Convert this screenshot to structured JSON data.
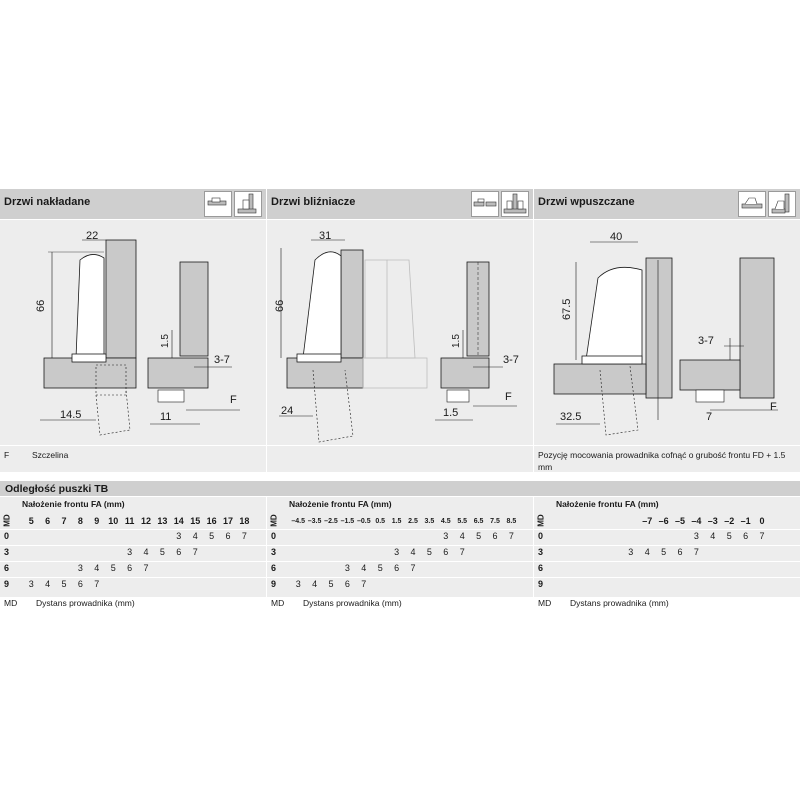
{
  "panels": [
    {
      "title": "Drzwi nakładane",
      "thumbs": [
        "hinge-overlay-icon",
        "hinge-overlay-detail-icon"
      ],
      "dims": {
        "width": "22",
        "height": "66",
        "gap": "1.5",
        "range": "3-7",
        "bottom_left": "14.5",
        "bottom_mid": "11",
        "f_label": "F"
      },
      "legend_key": "F",
      "legend_text": "Szczelina"
    },
    {
      "title": "Drzwi bliźniacze",
      "thumbs": [
        "hinge-twin-icon",
        "hinge-twin-detail-icon"
      ],
      "dims": {
        "width": "31",
        "height": "66",
        "gap": "1.5",
        "range": "3-7",
        "bottom_left": "24",
        "bottom_mid": "1.5",
        "f_label": "F"
      }
    },
    {
      "title": "Drzwi wpuszczane",
      "thumbs": [
        "hinge-inset-icon",
        "hinge-inset-detail-icon"
      ],
      "dims": {
        "width": "40",
        "height": "67.5",
        "range": "3-7",
        "bottom_left": "32.5",
        "bottom_mid": "7",
        "f_label": "F"
      },
      "note": "Pozycję mocowania prowadnika cofnąć o grubość frontu FD + 1.5 mm"
    }
  ],
  "section_title": "Odległość puszki TB",
  "tables": [
    {
      "caption": "Nałożenie frontu FA (mm)",
      "md_label": "MD",
      "columns": [
        "5",
        "6",
        "7",
        "8",
        "9",
        "10",
        "11",
        "12",
        "13",
        "14",
        "15",
        "16",
        "17",
        "18"
      ],
      "rows": [
        {
          "key": "0",
          "cells": [
            "",
            "",
            "",
            "",
            "",
            "",
            "",
            "",
            "",
            "3",
            "4",
            "5",
            "6",
            "7"
          ]
        },
        {
          "key": "3",
          "cells": [
            "",
            "",
            "",
            "",
            "",
            "",
            "3",
            "4",
            "5",
            "6",
            "7",
            "",
            "",
            ""
          ]
        },
        {
          "key": "6",
          "cells": [
            "",
            "",
            "",
            "3",
            "4",
            "5",
            "6",
            "7",
            "",
            "",
            "",
            "",
            "",
            ""
          ]
        },
        {
          "key": "9",
          "cells": [
            "3",
            "4",
            "5",
            "6",
            "7",
            "",
            "",
            "",
            "",
            "",
            "",
            "",
            "",
            ""
          ]
        }
      ],
      "footer_key": "MD",
      "footer_text": "Dystans prowadnika (mm)"
    },
    {
      "caption": "Nałożenie frontu FA (mm)",
      "md_label": "MD",
      "columns": [
        "–4.5",
        "–3.5",
        "–2.5",
        "–1.5",
        "–0.5",
        "0.5",
        "1.5",
        "2.5",
        "3.5",
        "4.5",
        "5.5",
        "6.5",
        "7.5",
        "8.5"
      ],
      "rows": [
        {
          "key": "0",
          "cells": [
            "",
            "",
            "",
            "",
            "",
            "",
            "",
            "",
            "",
            "3",
            "4",
            "5",
            "6",
            "7"
          ]
        },
        {
          "key": "3",
          "cells": [
            "",
            "",
            "",
            "",
            "",
            "",
            "3",
            "4",
            "5",
            "6",
            "7",
            "",
            "",
            ""
          ]
        },
        {
          "key": "6",
          "cells": [
            "",
            "",
            "",
            "3",
            "4",
            "5",
            "6",
            "7",
            "",
            "",
            "",
            "",
            "",
            ""
          ]
        },
        {
          "key": "9",
          "cells": [
            "3",
            "4",
            "5",
            "6",
            "7",
            "",
            "",
            "",
            "",
            "",
            "",
            "",
            "",
            ""
          ]
        }
      ],
      "footer_key": "MD",
      "footer_text": "Dystans prowadnika (mm)"
    },
    {
      "caption": "Nałożenie frontu FA (mm)",
      "md_label": "MD",
      "columns": [
        "",
        "",
        "",
        "",
        "",
        "–7",
        "–6",
        "–5",
        "–4",
        "–3",
        "–2",
        "–1",
        "0",
        ""
      ],
      "rows": [
        {
          "key": "0",
          "cells": [
            "",
            "",
            "",
            "",
            "",
            "",
            "",
            "",
            "3",
            "4",
            "5",
            "6",
            "7",
            ""
          ]
        },
        {
          "key": "3",
          "cells": [
            "",
            "",
            "",
            "",
            "3",
            "4",
            "5",
            "6",
            "7",
            "",
            "",
            "",
            "",
            ""
          ]
        },
        {
          "key": "6",
          "cells": [
            "",
            "",
            "",
            "",
            "",
            "",
            "",
            "",
            "",
            "",
            "",
            "",
            "",
            ""
          ]
        },
        {
          "key": "9",
          "cells": [
            "",
            "",
            "",
            "",
            "",
            "",
            "",
            "",
            "",
            "",
            "",
            "",
            "",
            ""
          ]
        }
      ],
      "footer_key": "MD",
      "footer_text": "Dystans prowadnika (mm)"
    }
  ],
  "colors": {
    "header_bg": "#cfcfcf",
    "panel_bg": "#ededed",
    "line": "#1a1a1a",
    "wood": "#c9c9c9",
    "ghost": "#bdbdbd"
  }
}
